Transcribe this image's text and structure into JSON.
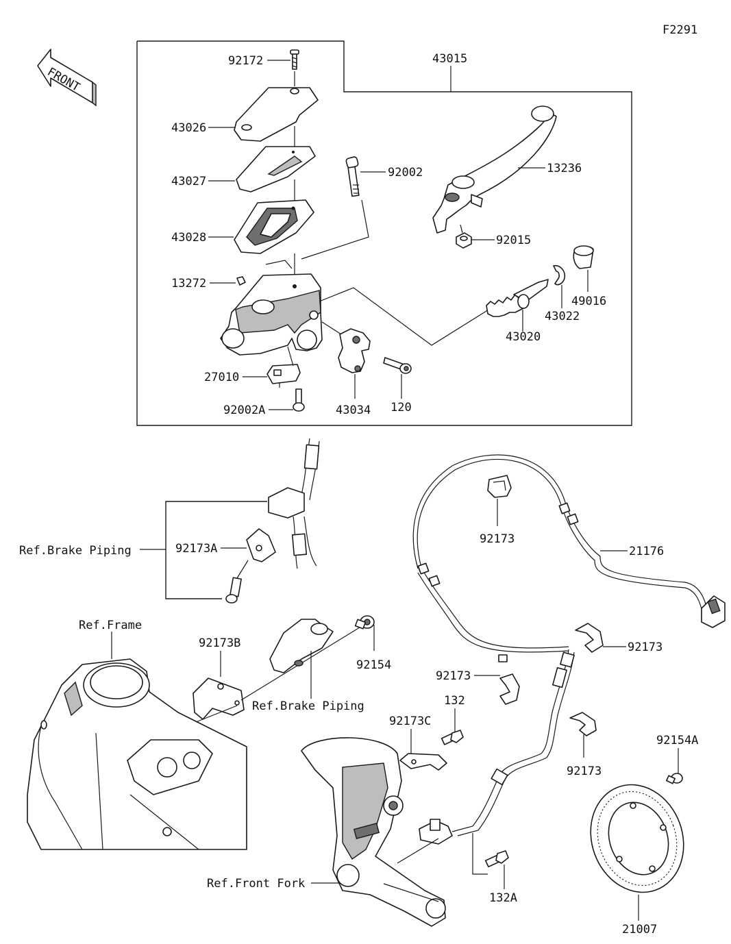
{
  "figure_id": "F2291",
  "front_label": "FRONT",
  "labels": {
    "p43015": "43015",
    "p92172": "92172",
    "p43026": "43026",
    "p43027": "43027",
    "p43028": "43028",
    "p92002": "92002",
    "p13236": "13236",
    "p92015": "92015",
    "p13272": "13272",
    "p49016": "49016",
    "p43022": "43022",
    "p43020": "43020",
    "p27010": "27010",
    "p92002A": "92002A",
    "p43034": "43034",
    "p120": "120",
    "p92173_top": "92173",
    "p21176": "21176",
    "p92173A": "92173A",
    "ref_brake_piping_1": "Ref.Brake Piping",
    "ref_frame": "Ref.Frame",
    "p92173B": "92173B",
    "p92154": "92154",
    "ref_brake_piping_2": "Ref.Brake Piping",
    "p92173_right": "92173",
    "p92173_mid": "92173",
    "p132": "132",
    "p92173C": "92173C",
    "p92173_low": "92173",
    "p92154A": "92154A",
    "ref_front_fork": "Ref.Front Fork",
    "p132A": "132A",
    "p21007": "21007"
  }
}
